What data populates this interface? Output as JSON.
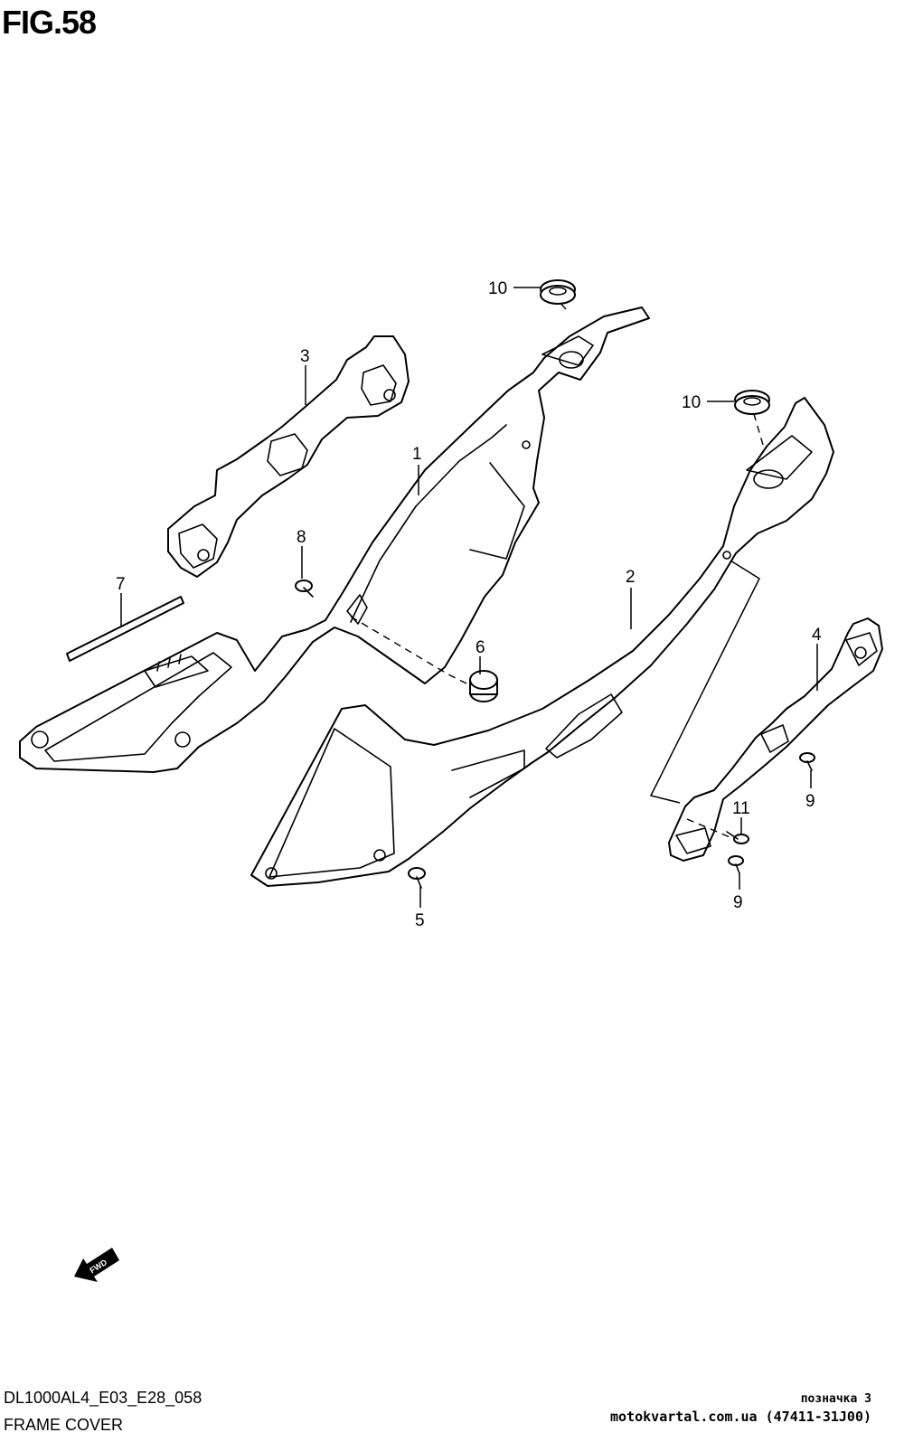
{
  "figure": {
    "title": "FIG.58"
  },
  "callouts": [
    {
      "id": "c1",
      "label": "1"
    },
    {
      "id": "c2",
      "label": "2"
    },
    {
      "id": "c3",
      "label": "3"
    },
    {
      "id": "c4",
      "label": "4"
    },
    {
      "id": "c5",
      "label": "5"
    },
    {
      "id": "c6",
      "label": "6"
    },
    {
      "id": "c7",
      "label": "7"
    },
    {
      "id": "c8",
      "label": "8"
    },
    {
      "id": "c9a",
      "label": "9"
    },
    {
      "id": "c9b",
      "label": "9"
    },
    {
      "id": "c10a",
      "label": "10"
    },
    {
      "id": "c10b",
      "label": "10"
    },
    {
      "id": "c11",
      "label": "11"
    }
  ],
  "fwd_label": "FWD",
  "footer": {
    "code": "DL1000AL4_E03_E28_058",
    "section": "FRAME COVER",
    "mark": "позначка 3",
    "site": "motokvartal.com.ua (47411-31J00)"
  }
}
